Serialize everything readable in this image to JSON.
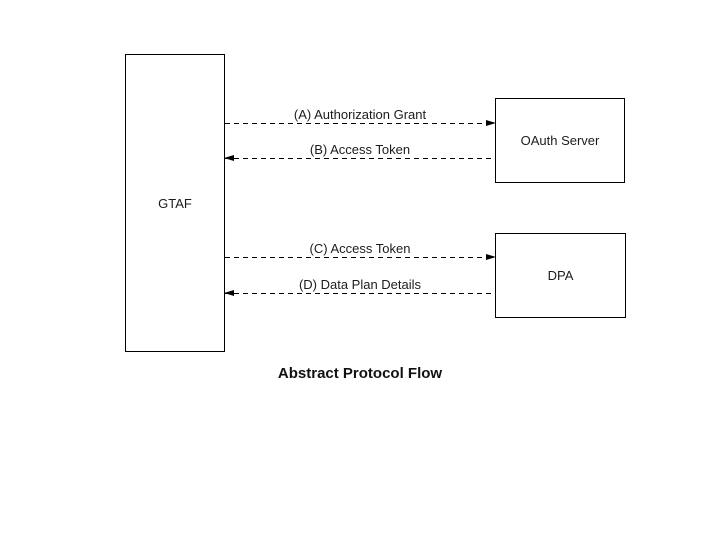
{
  "diagram": {
    "title": "Abstract Protocol Flow",
    "nodes": [
      {
        "id": "gtaf",
        "label": "GTAF"
      },
      {
        "id": "oauth-server",
        "label": "OAuth Server"
      },
      {
        "id": "dpa",
        "label": "DPA"
      }
    ],
    "flows": [
      {
        "step": "A",
        "label": "(A) Authorization Grant",
        "from": "GTAF",
        "to": "OAuth Server",
        "direction": "right"
      },
      {
        "step": "B",
        "label": "(B) Access Token",
        "from": "OAuth Server",
        "to": "GTAF",
        "direction": "left"
      },
      {
        "step": "C",
        "label": "(C) Access Token",
        "from": "GTAF",
        "to": "DPA",
        "direction": "right"
      },
      {
        "step": "D",
        "label": "(D) Data Plan Details",
        "from": "DPA",
        "to": "GTAF",
        "direction": "left"
      }
    ],
    "colors": {
      "line": "#000000",
      "text": "#1c1c1c",
      "background": "#ffffff"
    }
  }
}
